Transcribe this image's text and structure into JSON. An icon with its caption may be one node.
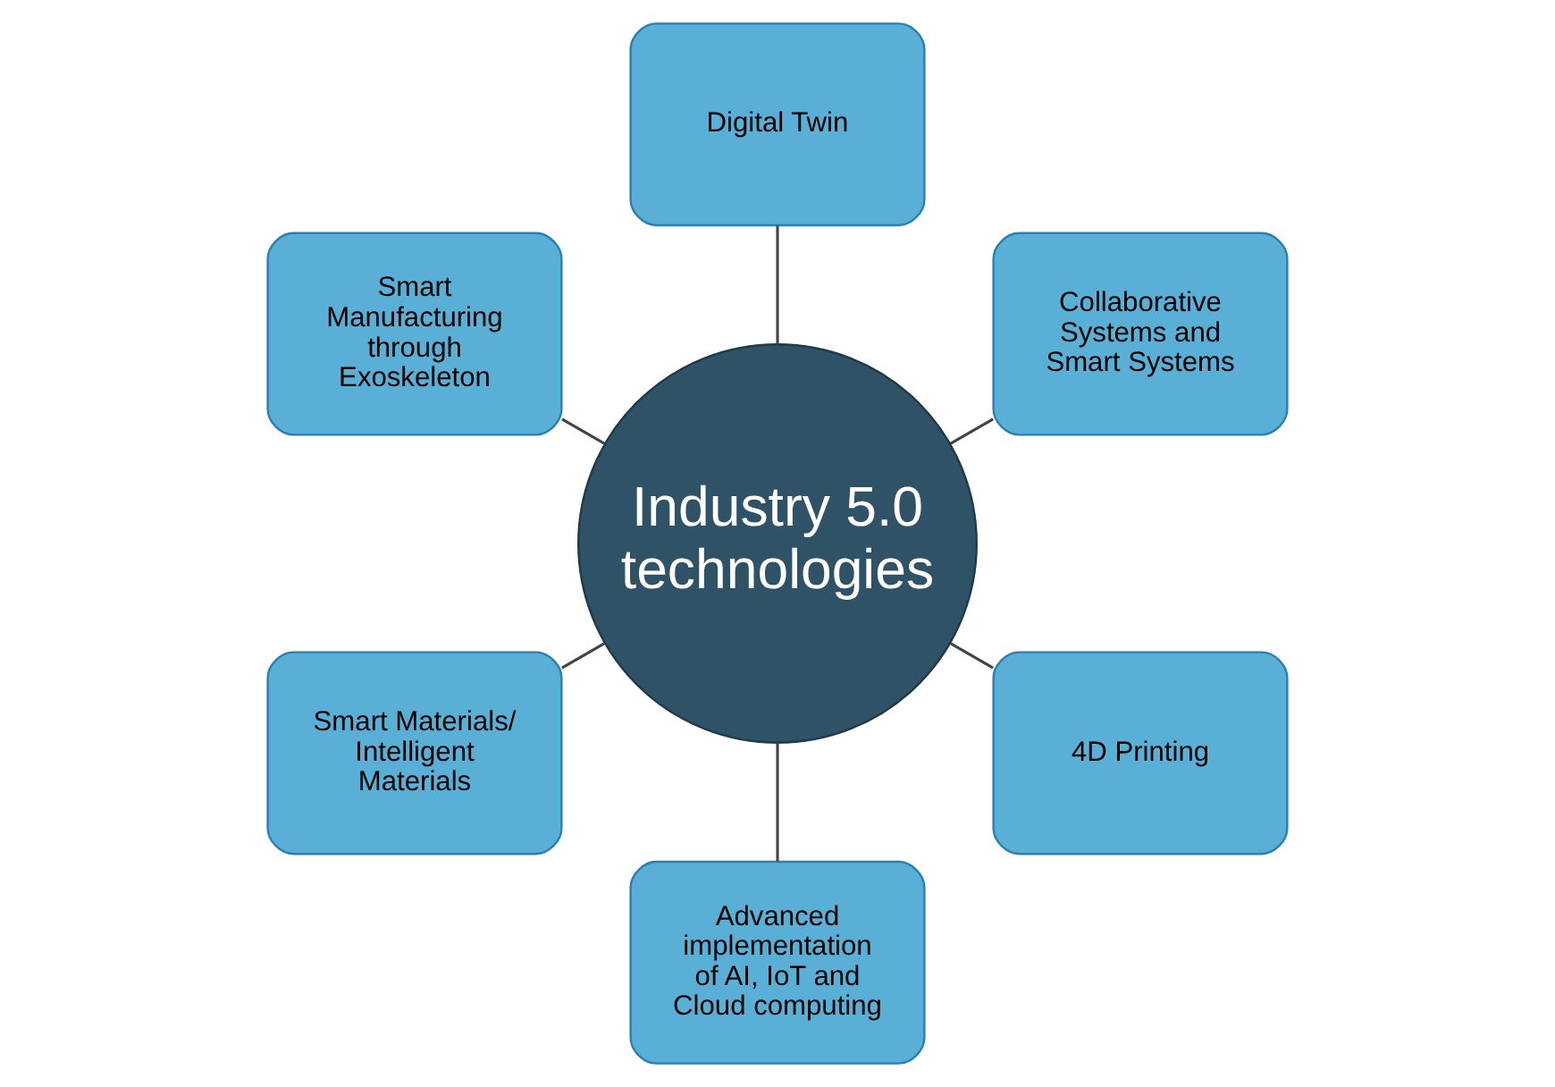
{
  "diagram": {
    "nodes": [
      {
        "text": [
          "Industry 5.0 technologies"
        ]
      },
      {
        "text": [
          "Collaborative Systems and Smart Systems"
        ]
      },
      {
        "text": [
          "Digital Twin"
        ]
      },
      {
        "text": [
          "Smart Manufacturing through Exoskeleton"
        ]
      },
      {
        "text": [
          "Smart Materials/ Intelligent Materials"
        ]
      },
      {
        "text": [
          "Advanced implementation of AI, IoT and Cloud computing"
        ]
      },
      {
        "text": [
          "4D Printing"
        ]
      }
    ],
    "edges": [
      {
        "from": 0,
        "to": 1,
        "arrow": "none"
      },
      {
        "from": 0,
        "to": 2,
        "arrow": "none"
      },
      {
        "from": 0,
        "to": 3,
        "arrow": "none"
      },
      {
        "from": 0,
        "to": 4,
        "arrow": "none"
      },
      {
        "from": 0,
        "to": 5,
        "arrow": "none"
      },
      {
        "from": 0,
        "to": 6,
        "arrow": "none"
      }
    ]
  }
}
